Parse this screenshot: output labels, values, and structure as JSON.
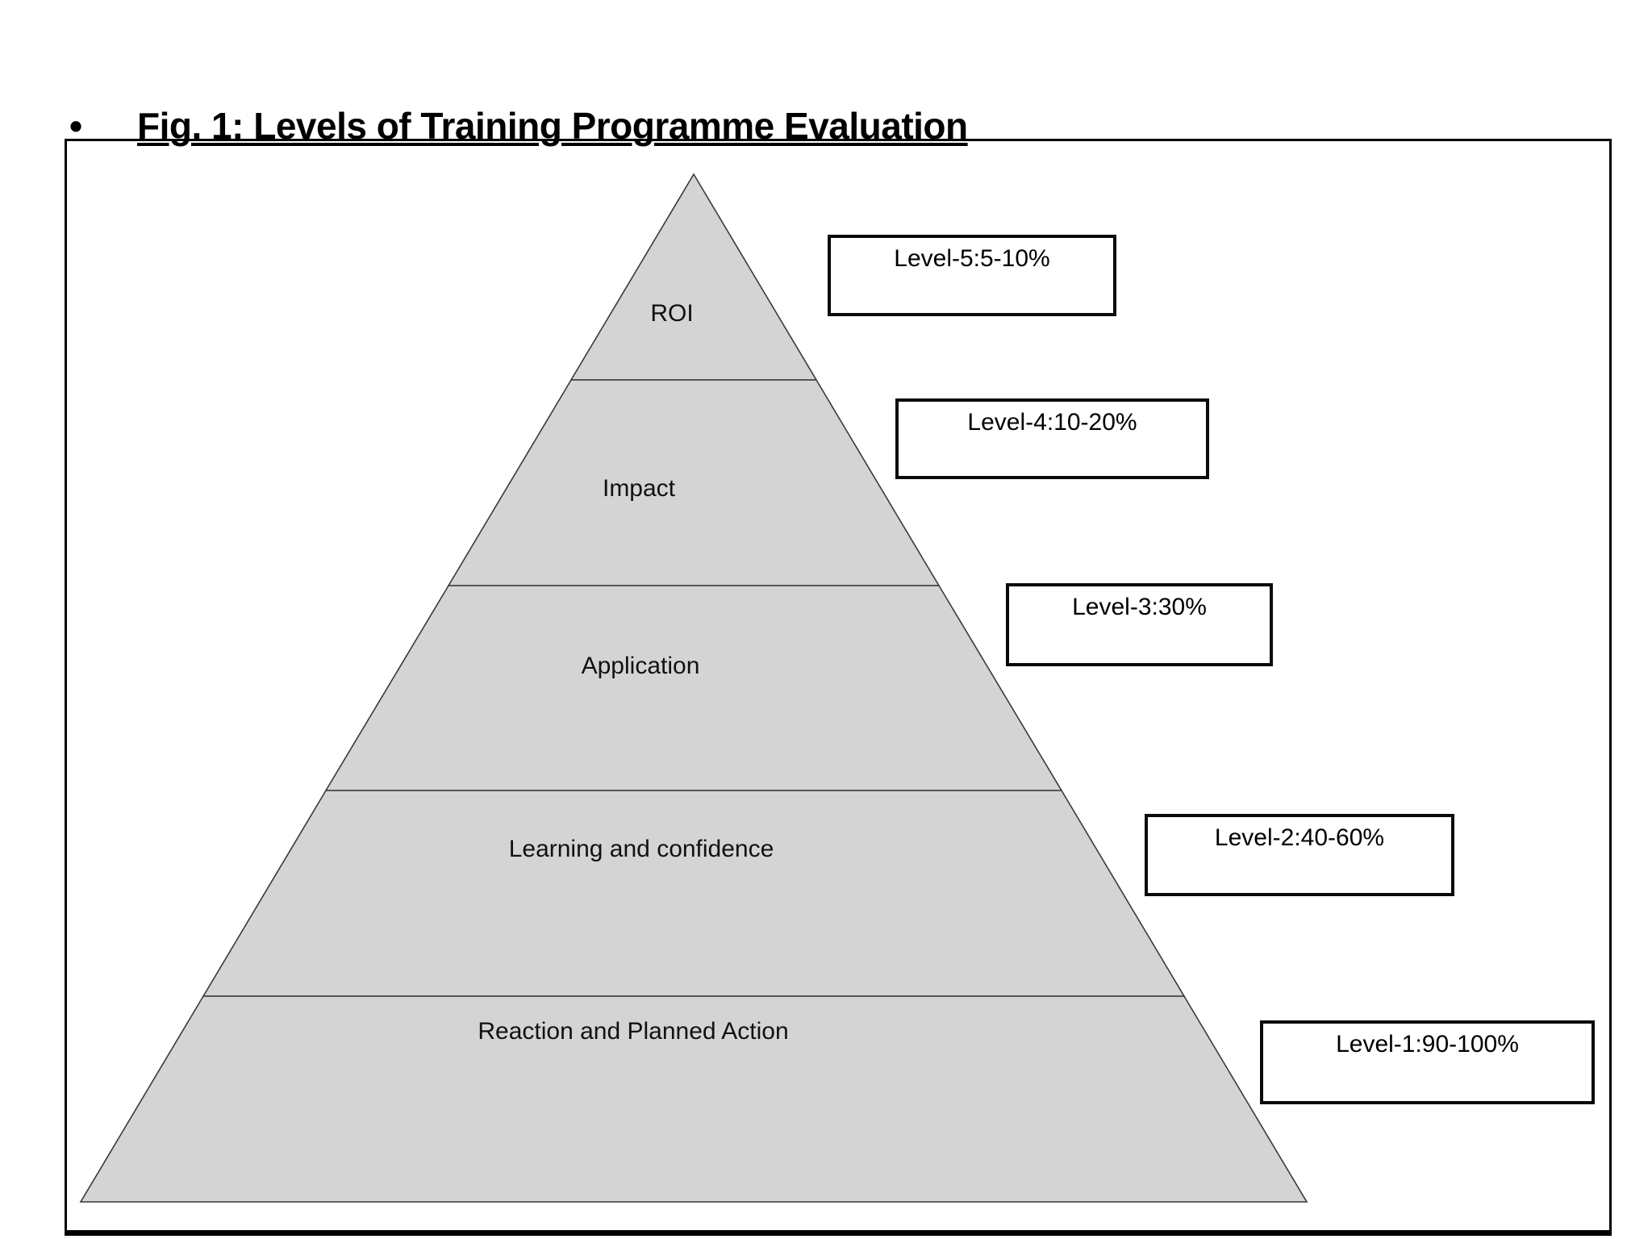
{
  "title": {
    "bullet": "•",
    "text": "Fig. 1: Levels of Training Programme Evaluation"
  },
  "pyramid": {
    "fill_color": "#d4d4d4",
    "line_color": "#3a3a3a",
    "levels": [
      {
        "rank": 5,
        "label": "ROI",
        "callout": "Level-5:5-10%"
      },
      {
        "rank": 4,
        "label": "Impact",
        "callout": "Level-4:10-20%"
      },
      {
        "rank": 3,
        "label": "Application",
        "callout": "Level-3:30%"
      },
      {
        "rank": 2,
        "label": "Learning and confidence",
        "callout": "Level-2:40-60%"
      },
      {
        "rank": 1,
        "label": "Reaction and Planned Action",
        "callout": "Level-1:90-100%"
      }
    ]
  }
}
